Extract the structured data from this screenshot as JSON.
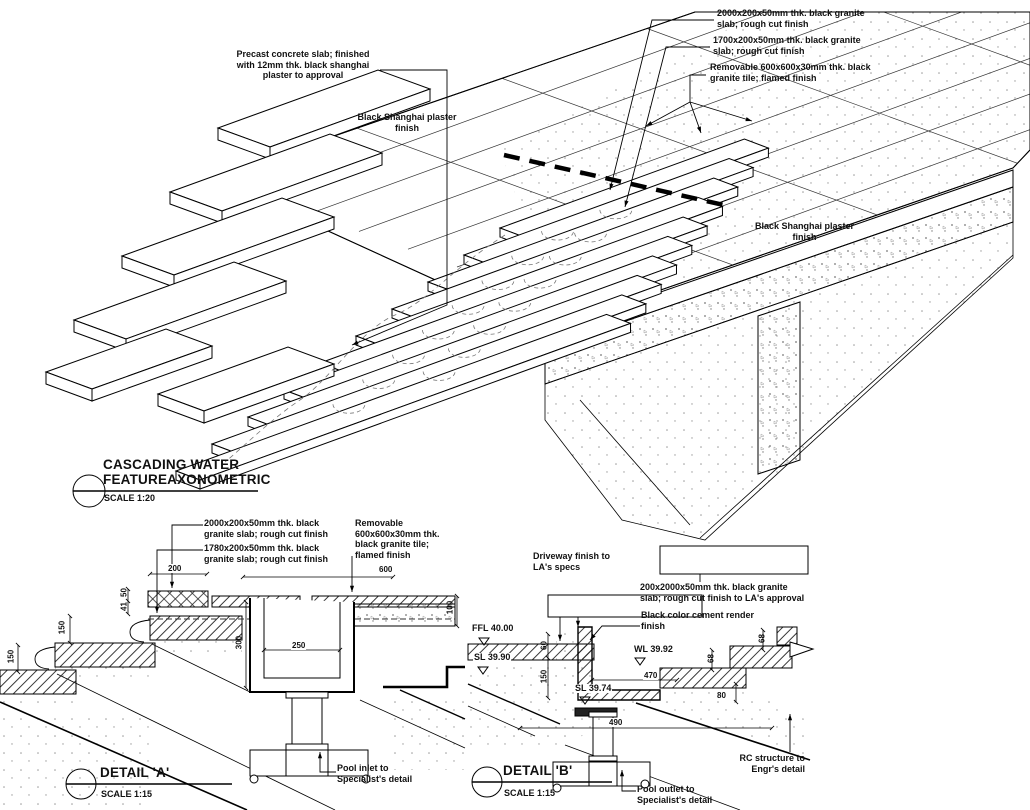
{
  "axonometric": {
    "title": "CASCADING WATER FEATUREAXONOMETRIC",
    "scale": "SCALE 1:20",
    "annotations": {
      "precast": "Precast concrete slab; finished with 12mm thk. black shanghai plaster to approval",
      "plaster_left": "Black Shanghai plaster finish",
      "granite_2000": "2000x200x50mm thk. black granite slab; rough cut finish",
      "granite_1700": "1700x200x50mm thk. black granite slab; rough cut finish",
      "removable_tile": "Removable 600x600x30mm thk. black granite tile; flamed finish",
      "plaster_right": "Black Shanghai plaster finish"
    }
  },
  "detail_a": {
    "title": "DETAIL 'A'",
    "scale": "SCALE 1:15",
    "annotations": {
      "granite_2000": "2000x200x50mm thk. black granite slab; rough cut finish",
      "granite_1780": "1780x200x50mm thk. black granite slab; rough cut finish",
      "removable_tile": "Removable 600x600x30mm thk. black granite tile; flamed finish",
      "pool_inlet": "Pool inlet to Specialist's detail"
    },
    "dimensions": {
      "d200": "200",
      "d600": "600",
      "d50": "50",
      "d41": "41",
      "d150a": "150",
      "d150b": "150",
      "d300": "300",
      "d250": "250",
      "d100": "100"
    }
  },
  "detail_b": {
    "title": "DETAIL 'B'",
    "scale": "SCALE 1:15",
    "annotations": {
      "driveway": "Driveway finish to LA's specs",
      "granite_200": "200x2000x50mm thk. black granite slab; rough cut finish to LA's approval",
      "render": "Black color cement render finish",
      "rc_structure": "RC structure to Engr's detail",
      "pool_outlet": "Pool outlet to Specialist's detail"
    },
    "levels": {
      "ffl": "FFL 40.00",
      "sl_top": "SL 39.90",
      "wl": "WL 39.92",
      "sl_bottom": "SL 39.74"
    },
    "dimensions": {
      "d60": "60",
      "d150": "150",
      "d470": "470",
      "d490": "490",
      "d68a": "68",
      "d68b": "68",
      "d80": "80"
    }
  }
}
